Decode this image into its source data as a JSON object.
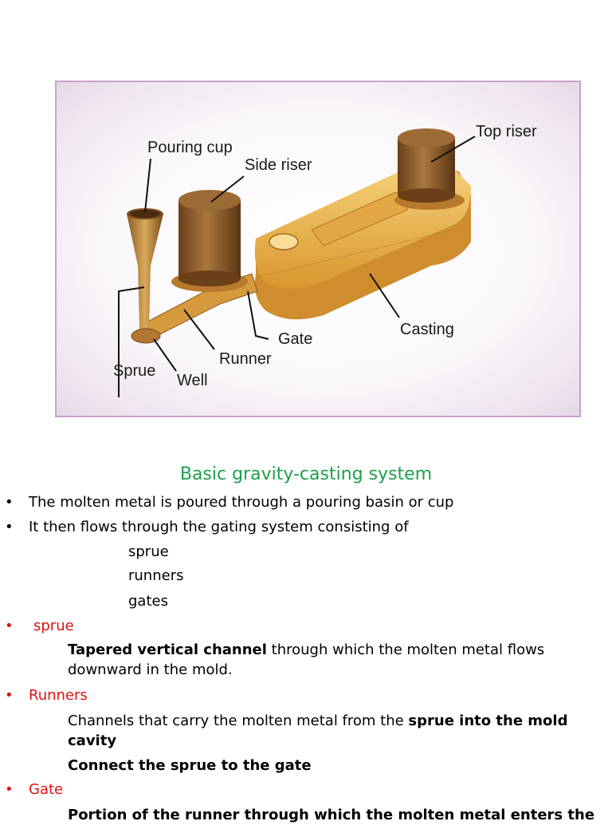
{
  "figure": {
    "labels": {
      "pouring_cup": "Pouring cup",
      "side_riser": "Side riser",
      "top_riser": "Top riser",
      "sprue": "Sprue",
      "well": "Well",
      "runner": "Runner",
      "gate": "Gate",
      "casting": "Casting"
    },
    "colors": {
      "casting_gold": "#e6b14a",
      "riser_brown": "#8a5a2b",
      "frame": "#c9a0d0"
    }
  },
  "caption": "Basic  gravity-casting system",
  "bullets": {
    "b1": "The molten metal is poured through a pouring basin or cup",
    "b2": "It then flows through the gating system consisting of",
    "sub1": "sprue",
    "sub2": "runners",
    "sub3": "gates",
    "sprue_head": "sprue",
    "sprue_bold": "Tapered vertical channel",
    "sprue_rest": " through which the molten metal flows",
    "sprue_line2": "downward in the mold.",
    "runners_head": "Runners",
    "runners_text": "Channels that carry the molten metal from the ",
    "runners_bold1": "sprue into the mold",
    "runners_bold2": "cavity",
    "runners_bold3": "Connect the sprue to the gate",
    "gate_head": "Gate",
    "gate_text": "Portion of the runner through which the molten metal enters the"
  },
  "bullet_glyph": "•"
}
